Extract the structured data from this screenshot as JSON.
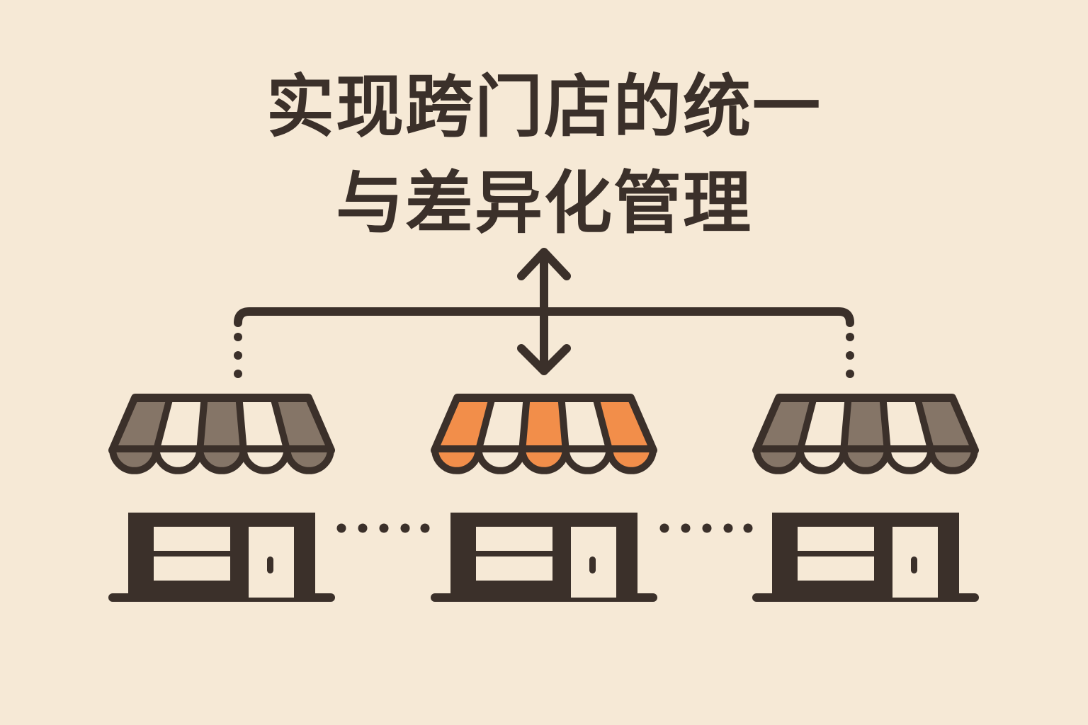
{
  "title": {
    "line1": "实现跨门店的统一",
    "line2": "与差异化管理"
  },
  "colors": {
    "background": "#f6e9d6",
    "outline": "#3b302a",
    "awning_muted": "#857567",
    "awning_accent": "#f28e4a",
    "awning_light": "#f6e9d6",
    "window_door": "#f6e9d6"
  },
  "icons": {
    "connector": "double-headed-arrow-icon",
    "store": "storefront-icon"
  },
  "stores": [
    {
      "id": "left",
      "role": "store",
      "awning_style": "muted"
    },
    {
      "id": "center",
      "role": "store",
      "awning_style": "accent"
    },
    {
      "id": "right",
      "role": "store",
      "awning_style": "muted"
    }
  ]
}
